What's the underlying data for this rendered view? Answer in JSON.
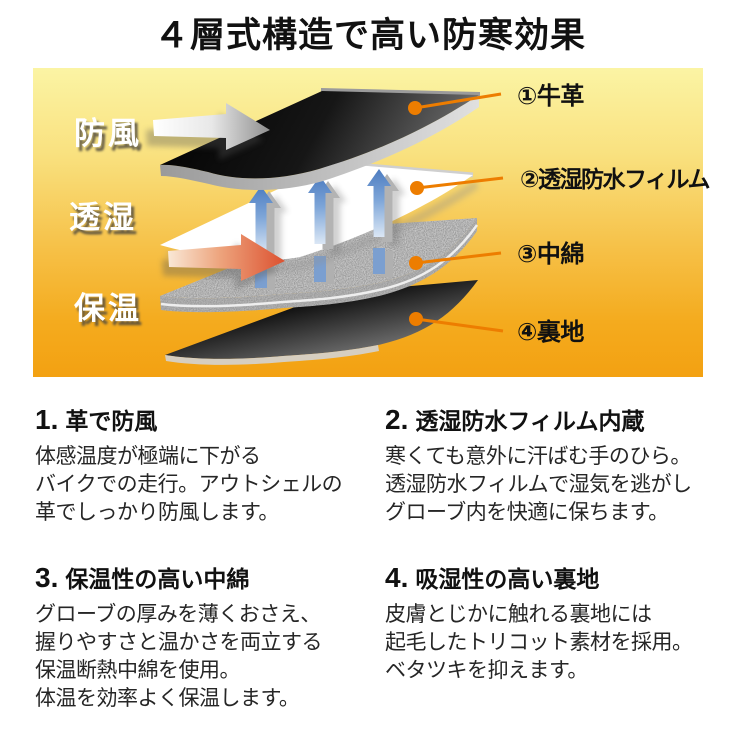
{
  "title": "４層式構造で高い防寒効果",
  "diagram": {
    "layer_labels": [
      {
        "text": "防風"
      },
      {
        "text": "透湿"
      },
      {
        "text": "保温"
      }
    ],
    "callouts": [
      {
        "label": "①牛革"
      },
      {
        "label": "②透湿防水フィルム"
      },
      {
        "label": "③中綿"
      },
      {
        "label": "④裏地"
      }
    ],
    "layers": [
      {
        "name": "leather",
        "label": "牛革"
      },
      {
        "name": "waterproof-film",
        "label": "透湿防水フィルム"
      },
      {
        "name": "padding",
        "label": "中綿"
      },
      {
        "name": "lining",
        "label": "裏地"
      }
    ]
  },
  "sections": [
    {
      "number": "1.",
      "heading": "革で防風",
      "body": "体感温度が極端に下がる\nバイクでの走行。アウトシェルの\n革でしっかり防風します。"
    },
    {
      "number": "2.",
      "heading": "透湿防水フィルム内蔵",
      "body": "寒くても意外に汗ばむ手のひら。\n透湿防水フィルムで湿気を逃がし\nグローブ内を快適に保ちます。"
    },
    {
      "number": "3.",
      "heading": "保温性の高い中綿",
      "body": "グローブの厚みを薄くおさえ、\n握りやすさと温かさを両立する\n保温断熱中綿を使用。\n体温を効率よく保温します。"
    },
    {
      "number": "4.",
      "heading": "吸湿性の高い裏地",
      "body": "皮膚とじかに触れる裏地には\n起毛したトリコット素材を採用。\nベタツキを抑えます。"
    }
  ],
  "colors": {
    "panel_top": "#FBF4A4",
    "panel_bottom": "#F3A112",
    "accent_orange": "#ED7D00",
    "leather_black": "#141414",
    "film_white": "#FFFFFF",
    "padding_gray": "#C9C9C9",
    "lining_dark": "#1A1A1A",
    "arrow_blue": "#4D7CC0",
    "arrow_red": "#DC5130",
    "label_white": "#FFFFFF",
    "text_black": "#1C1C1C"
  }
}
